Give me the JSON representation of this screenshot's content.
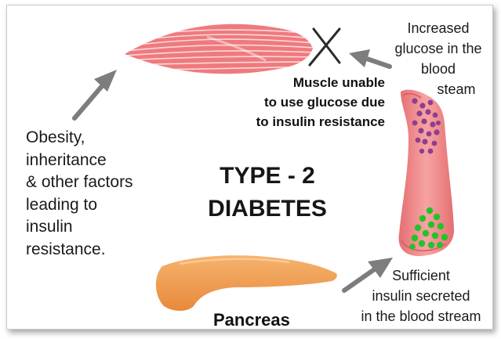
{
  "diagram": {
    "title_line1": "TYPE - 2",
    "title_line2": "DIABETES",
    "left_caption": [
      "Obesity,",
      "inheritance",
      "& other factors",
      "leading to",
      "insulin",
      "resistance."
    ],
    "muscle_caption": [
      "Muscle unable",
      "to use glucose due",
      "to insulin resistance"
    ],
    "glucose_caption": [
      "Increased",
      "glucose in the",
      "blood",
      "steam"
    ],
    "insulin_caption": [
      "Sufficient",
      "insulin secreted",
      "in the blood stream"
    ],
    "pancreas_label": "Pancreas"
  },
  "colors": {
    "muscle": "#ef7a7e",
    "vessel": "#f28f90",
    "glucose_dots": "#8b3f8f",
    "insulin_dots": "#22c32a",
    "pancreas": "#f2a25a",
    "arrow": "#7d7d7d"
  }
}
